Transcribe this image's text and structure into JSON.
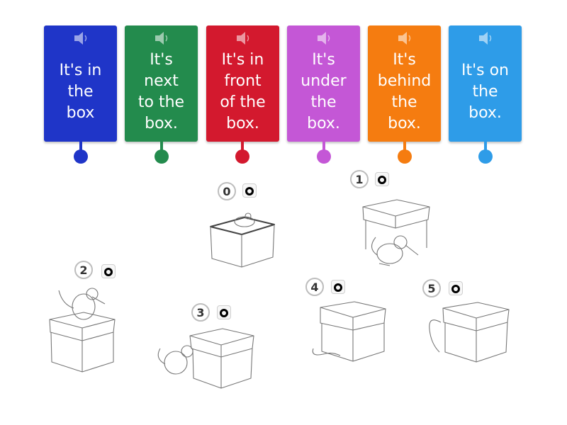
{
  "cards": [
    {
      "id": "in",
      "label": "It's in\nthe\nbox",
      "color": "#1f35c8",
      "icon": "speaker-icon"
    },
    {
      "id": "next-to",
      "label": "It's\nnext\nto the\nbox.",
      "color": "#238b4d",
      "icon": "speaker-icon"
    },
    {
      "id": "in-front-of",
      "label": "It's in\nfront\nof the\nbox.",
      "color": "#d3192e",
      "icon": "speaker-icon"
    },
    {
      "id": "under",
      "label": "It's\nunder\nthe\nbox.",
      "color": "#c457d6",
      "icon": "speaker-icon"
    },
    {
      "id": "behind",
      "label": "It's\nbehind\nthe\nbox.",
      "color": "#f57c10",
      "icon": "speaker-icon"
    },
    {
      "id": "on",
      "label": "It's on\nthe\nbox.",
      "color": "#2e9ce8",
      "icon": "speaker-icon"
    }
  ],
  "scenes": [
    {
      "number": "0",
      "marker": "o",
      "depicts": "in"
    },
    {
      "number": "1",
      "marker": "o",
      "depicts": "in-front-of"
    },
    {
      "number": "2",
      "marker": "o",
      "depicts": "on"
    },
    {
      "number": "3",
      "marker": "o",
      "depicts": "next-to"
    },
    {
      "number": "4",
      "marker": "o",
      "depicts": "under"
    },
    {
      "number": "5",
      "marker": "o",
      "depicts": "behind"
    }
  ]
}
